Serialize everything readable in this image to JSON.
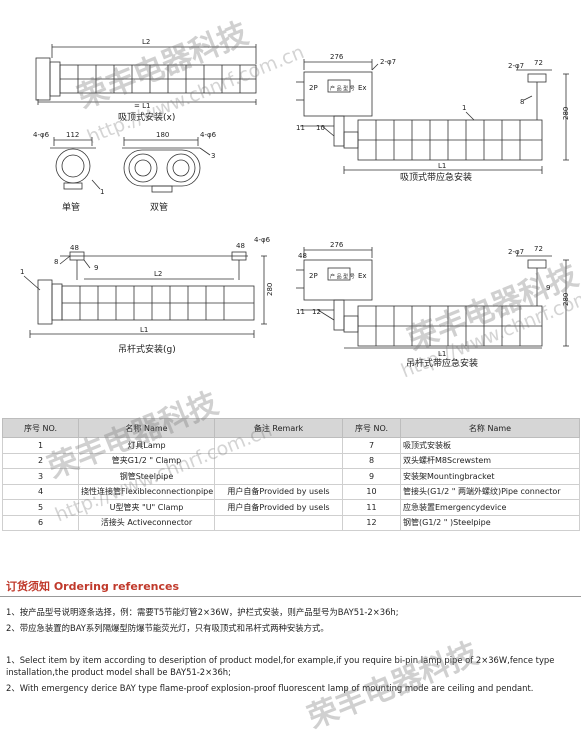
{
  "drawings": {
    "ceiling": {
      "caption": "吸顶式安装(x)",
      "label_l2": "L2",
      "label_l1": "= L1"
    },
    "single_tube": {
      "caption": "单管",
      "dim_holes": "4-φ6",
      "dim_width": "112",
      "callout": "1"
    },
    "double_tube": {
      "caption": "双管",
      "dim_holes": "4-φ6",
      "dim_width": "180",
      "callout": "3"
    },
    "ceiling_emergency": {
      "caption": "吸顶式带应急安装",
      "dim_276": "276",
      "dim_holes": "2-φ7",
      "dim_holes_r": "2-φ7",
      "dim_72": "72",
      "dim_280": "280",
      "label_l1": "L1",
      "callouts": [
        "11",
        "10",
        "1",
        "8"
      ],
      "box_left": "2P",
      "box_mid": "产 品 型 号",
      "box_right": "Ex"
    },
    "pendant": {
      "caption": "吊杆式安装(g)",
      "dim_48": "48",
      "dim_holes": "4-φ6",
      "dim_280": "280",
      "label_l2": "L2",
      "label_l1": "L1",
      "callouts": [
        "8",
        "9",
        "1"
      ]
    },
    "pendant_emergency": {
      "caption": "吊杆式带应急安装",
      "dim_276": "276",
      "dim_48": "48",
      "dim_holes": "2-φ7",
      "dim_72": "72",
      "dim_280": "280",
      "label_l1": "L1",
      "callouts": [
        "11",
        "12",
        "9"
      ],
      "box_left": "2P",
      "box_mid": "产 品 型 号",
      "box_right": "Ex"
    }
  },
  "parts_table": {
    "headers": [
      "序号 NO.",
      "名称 Name",
      "备注 Remark",
      "序号 NO.",
      "名称 Name"
    ],
    "rows": [
      {
        "no1": "1",
        "name1": "灯具Lamp",
        "remark": "",
        "no2": "7",
        "name2": "吸顶式安装板"
      },
      {
        "no1": "2",
        "name1": "管夹G1/2 \" Clamp",
        "remark": "",
        "no2": "8",
        "name2": "双头螺杆M8Screwstem"
      },
      {
        "no1": "3",
        "name1": "钢管Steelpipe",
        "remark": "",
        "no2": "9",
        "name2": "安装架Mountingbracket"
      },
      {
        "no1": "4",
        "name1": "挠性连接管Flexibleconnectionpipe",
        "remark": "用户自备Provided by usels",
        "no2": "10",
        "name2": "管接头(G1/2 \" 两端外螺纹)Pipe connector"
      },
      {
        "no1": "5",
        "name1": "U型管夹 \"U\" Clamp",
        "remark": "用户自备Provided by usels",
        "no2": "11",
        "name2": "应急装置Emergencydevice"
      },
      {
        "no1": "6",
        "name1": "活接头 Activeconnector",
        "remark": "",
        "no2": "12",
        "name2": "钢管(G1/2 \" )Steelpipe"
      }
    ]
  },
  "ordering": {
    "heading": "订货须知 Ordering references",
    "cn_1": "1、按产品型号说明逐条选择，例：需要T5节能灯管2×36W，护栏式安装，则产品型号为BAY51-2×36h;",
    "cn_2": "2、带应急装置的BAY系列隔爆型防爆节能荧光灯，只有吸顶式和吊杆式两种安装方式。",
    "en_1": "1、Select item by item according to deseription of product model,for example,if you require bi-pin lamp pipe of 2×36W,fence type installation,the product model shall be BAY51-2×36h;",
    "en_2": "2、With emergency derice BAY type flame-proof explosion-proof fluorescent lamp of mounting mode are ceiling and pendant."
  },
  "watermark": {
    "text": "荣丰电器科技",
    "url": "http://www.chnrf.com.cn"
  }
}
